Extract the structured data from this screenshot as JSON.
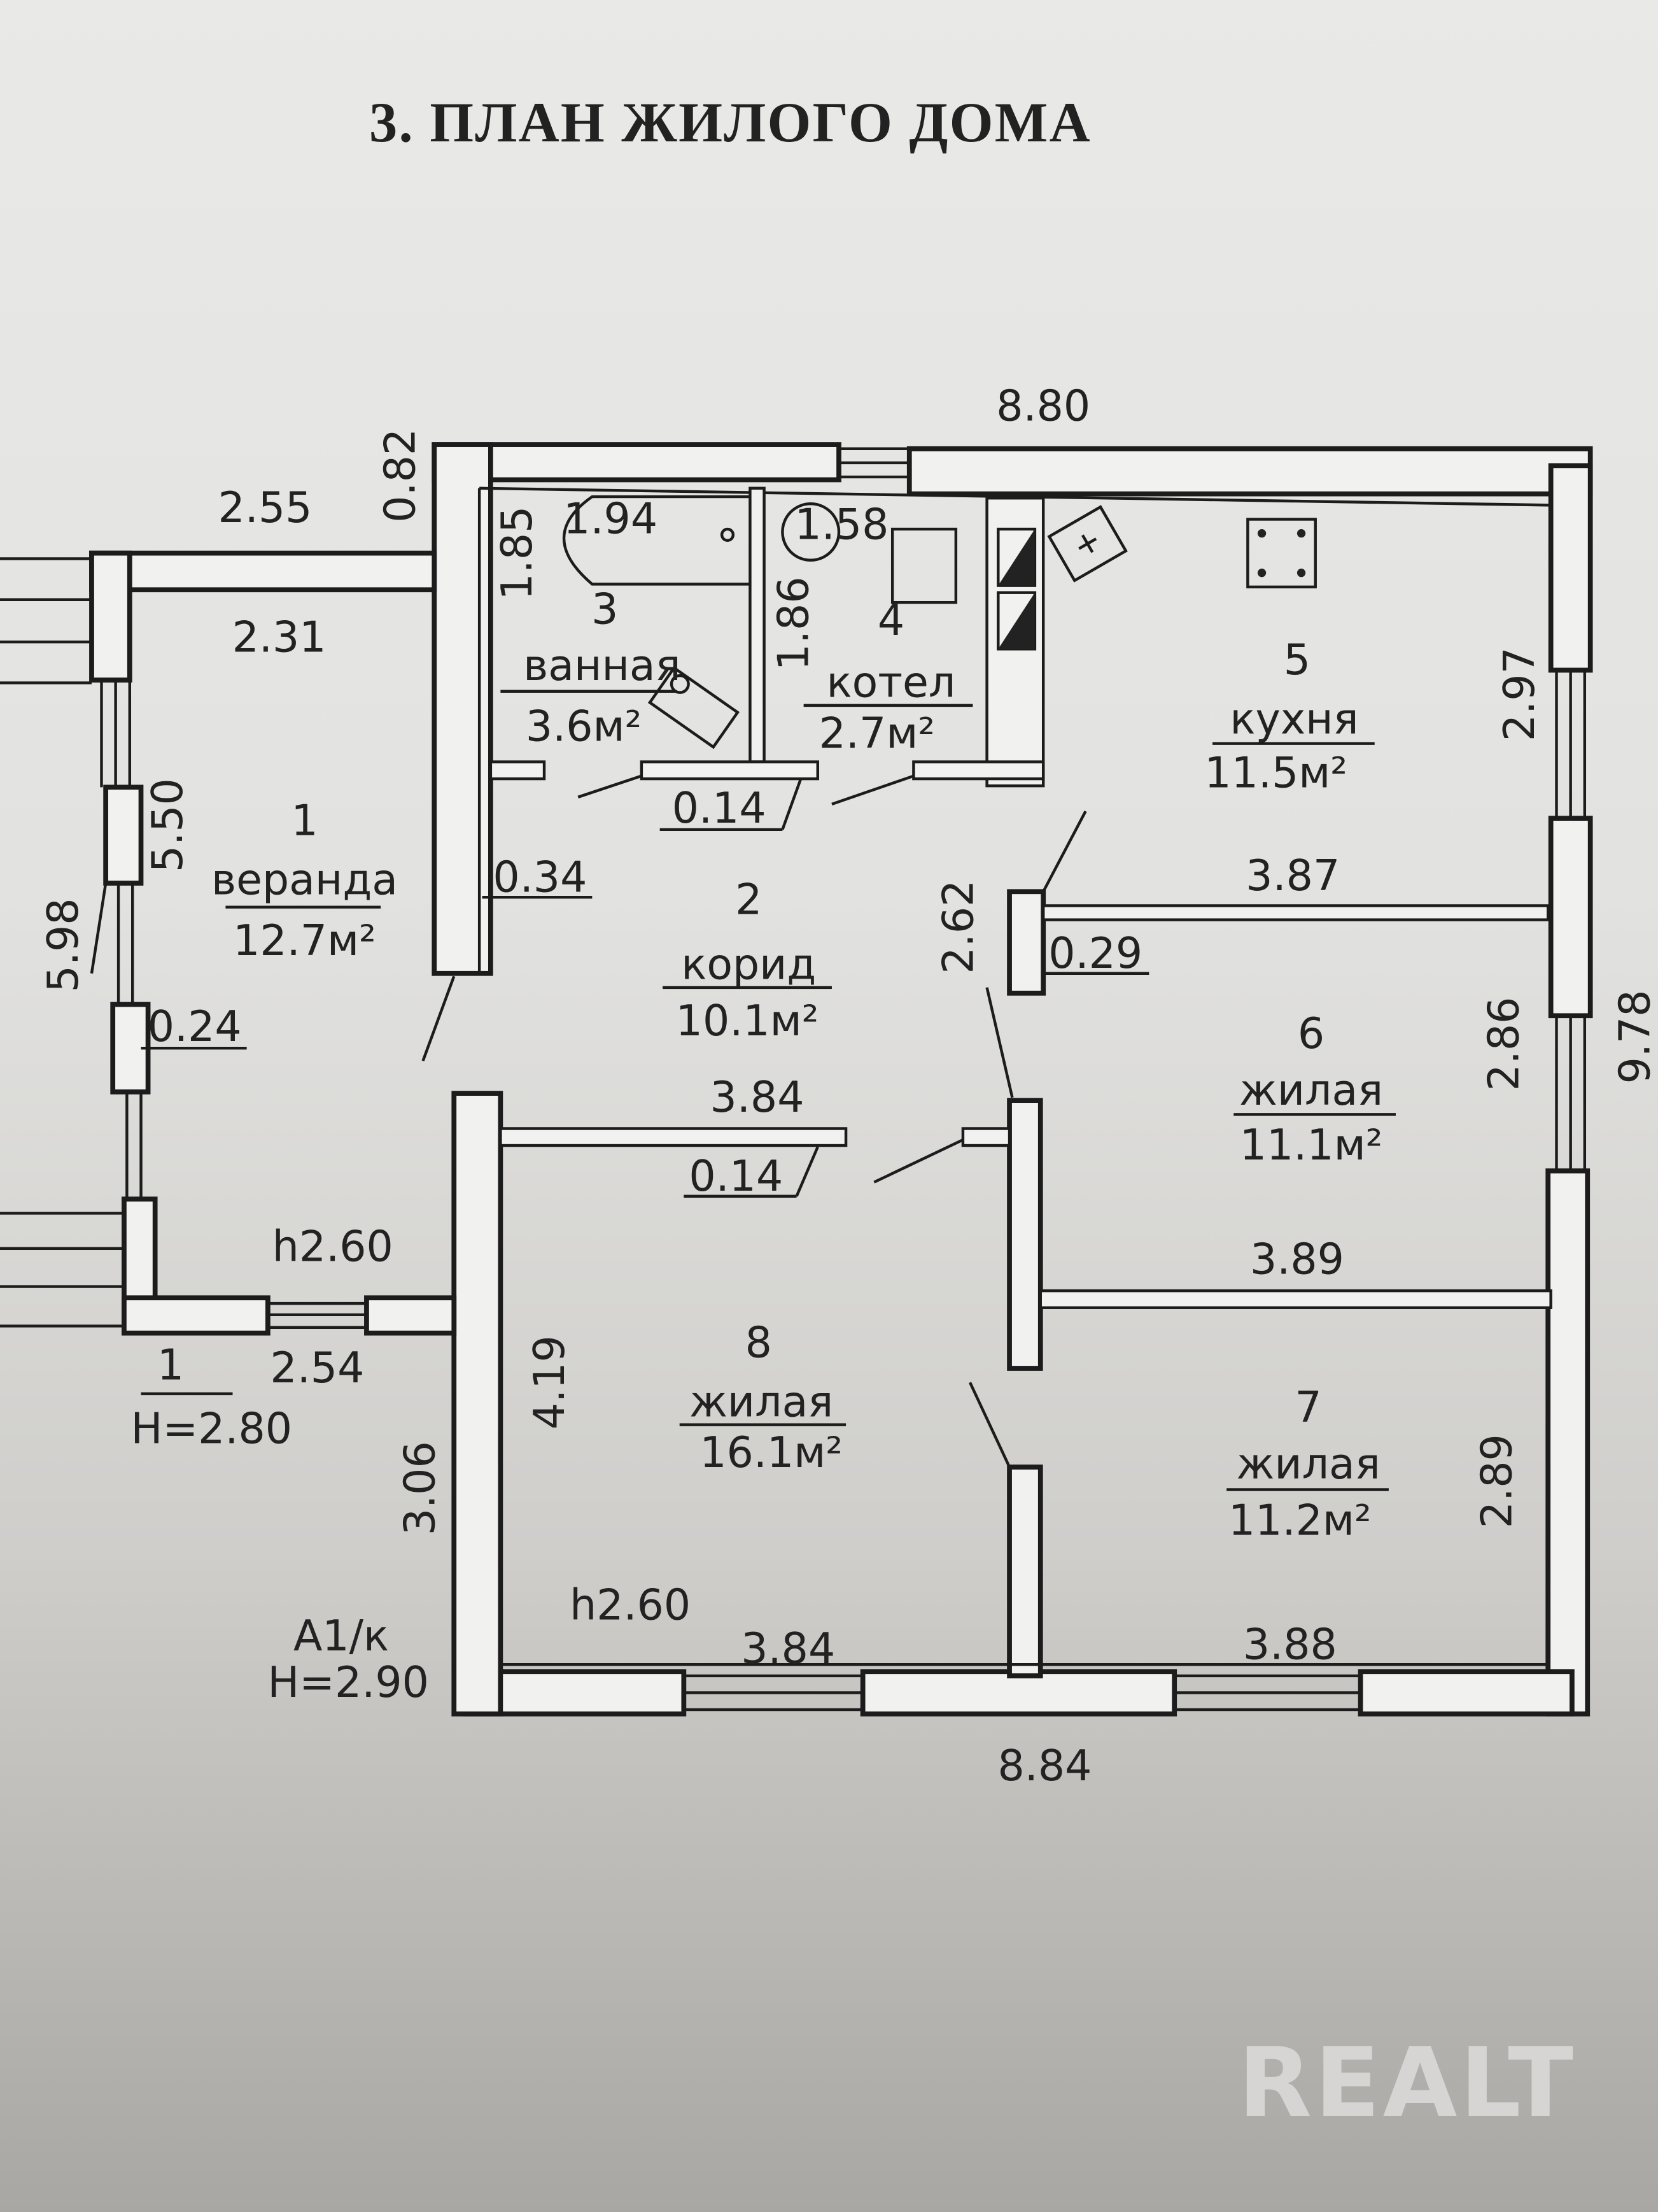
{
  "title": "3. ПЛАН ЖИЛОГО ДОМА",
  "rooms": [
    {
      "number": "1",
      "name": "веранда",
      "area": "12.7м²"
    },
    {
      "number": "2",
      "name": "корид",
      "area": "10.1м²"
    },
    {
      "number": "3",
      "name": "ванная",
      "area": "3.6м²"
    },
    {
      "number": "4",
      "name": "котел",
      "area": "2.7м²"
    },
    {
      "number": "5",
      "name": "кухня",
      "area": "11.5м²"
    },
    {
      "number": "6",
      "name": "жилая",
      "area": "11.1м²"
    },
    {
      "number": "7",
      "name": "жилая",
      "area": "11.2м²"
    },
    {
      "number": "8",
      "name": "жилая",
      "area": "16.1м²"
    }
  ],
  "dimensions": {
    "top_total": "8.80",
    "veranda_top_outer": "2.55",
    "wall_082": "0.82",
    "bath_height": "1.85",
    "bath_width": "1.94",
    "boiler_width": "1.58",
    "boiler_height": "1.86",
    "veranda_top_inner": "2.31",
    "veranda_side_inner": "5.50",
    "veranda_side_outer": "5.98",
    "wall_034": "0.34",
    "wall_024": "0.24",
    "wall_014_top": "0.14",
    "corridor_262": "2.62",
    "wall_029": "0.29",
    "kitchen_width": "3.87",
    "kitchen_depth": "2.97",
    "room6_depth": "2.86",
    "right_total": "9.78",
    "corridor_width": "3.84",
    "wall_014_bottom": "0.14",
    "room6_width": "3.89",
    "veranda_bottom": "2.54",
    "room8_depth": "4.19",
    "wall_306": "3.06",
    "room7_depth": "2.89",
    "room8_width": "3.84",
    "room7_width": "3.88",
    "bottom_total": "8.84"
  },
  "notes": {
    "veranda_h": "h2.60",
    "veranda_label": "1",
    "veranda_H": "H=2.80",
    "room8_h": "h2.60",
    "main_label": "А1/к",
    "main_H": "H=2.90"
  },
  "watermark": "REALT"
}
